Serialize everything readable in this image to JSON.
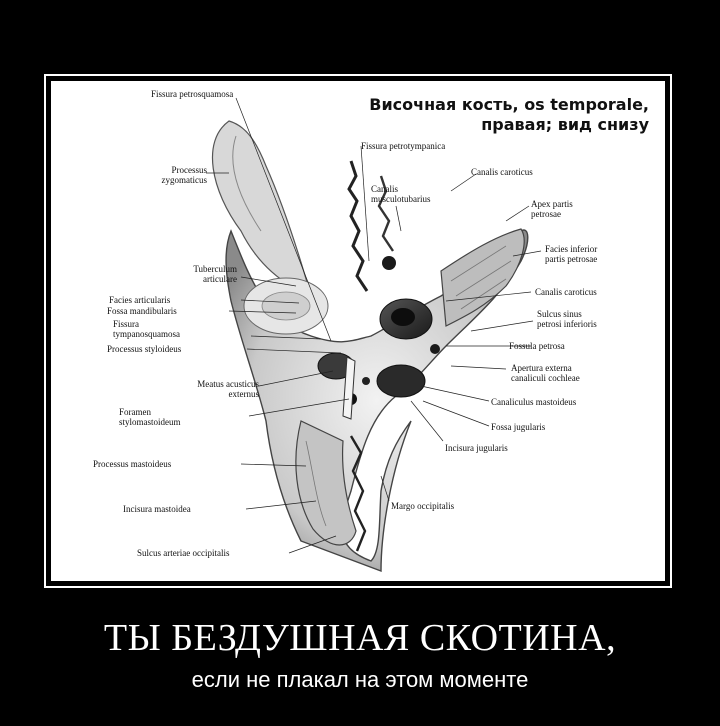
{
  "poster": {
    "title": "ТЫ БЕЗДУШНАЯ СКОТИНА,",
    "subtitle": "если не плакал на этом моменте"
  },
  "diagram": {
    "heading_line1": "Височная кость, os temporale,",
    "heading_line2": "правая; вид снизу",
    "labels": {
      "fissura_petrosquamosa": "Fissura petrosquamosa",
      "processus_zygomaticus_1": "Processus",
      "processus_zygomaticus_2": "zygomaticus",
      "tuberculum_1": "Tuberculum",
      "tuberculum_2": "articulare",
      "facies_articularis": "Facies articularis",
      "fossa_mandibularis": "Fossa mandibularis",
      "fissura_tympanosquamosa_1": "Fissura",
      "fissura_tympanosquamosa_2": "tympanosquamosa",
      "processus_styloideus": "Processus styloideus",
      "meatus_1": "Meatus acusticus",
      "meatus_2": "externus",
      "foramen_1": "Foramen",
      "foramen_2": "stylomastoideum",
      "processus_mastoideus": "Processus mastoideus",
      "incisura_mastoidea": "Incisura mastoidea",
      "sulcus_arteriae": "Sulcus arteriae occipitalis",
      "fissura_petrotympanica": "Fissura petrotympanica",
      "canalis_caroticus_top": "Canalis caroticus",
      "canalis_musc_1": "Canalis",
      "canalis_musc_2": "musculotubarius",
      "apex_1": "Apex partis",
      "apex_2": "petrosae",
      "facies_inferior_1": "Facies inferior",
      "facies_inferior_2": "partis petrosae",
      "canalis_caroticus": "Canalis caroticus",
      "sulcus_sinus_1": "Sulcus sinus",
      "sulcus_sinus_2": "petrosi inferioris",
      "fossula_petrosa": "Fossula petrosa",
      "apertura_1": "Apertura externa",
      "apertura_2": "canaliculi cochleae",
      "canaliculus_mastoideus": "Canaliculus mastoideus",
      "fossa_jugularis": "Fossa jugularis",
      "incisura_jugularis": "Incisura jugularis",
      "margo_occipitalis": "Margo occipitalis"
    }
  }
}
